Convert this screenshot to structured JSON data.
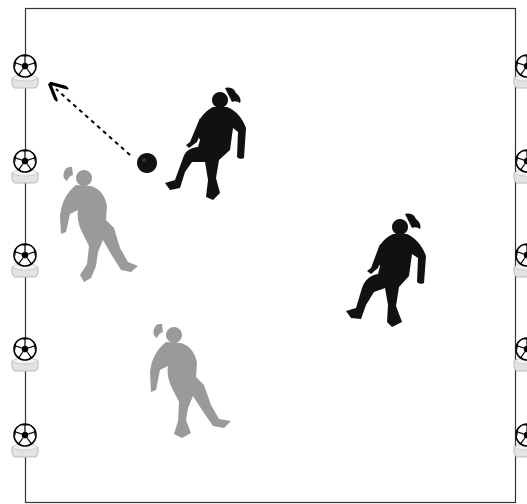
{
  "field": {
    "line_color": "#333333",
    "background": "#ffffff"
  },
  "cones": {
    "left_count": 5,
    "right_count": 5,
    "icon": "soccer-ball-on-cone-icon",
    "ball_color": "#000000",
    "cone_color": "#d9d9d9"
  },
  "players": [
    {
      "team": "dark",
      "color": "#111111",
      "pose": "kicking",
      "has_ball": true
    },
    {
      "team": "dark",
      "color": "#111111",
      "pose": "running"
    },
    {
      "team": "light",
      "color": "#9a9a9a",
      "pose": "running"
    },
    {
      "team": "light",
      "color": "#9a9a9a",
      "pose": "running"
    }
  ],
  "ball": {
    "icon": "soccer-ball-icon",
    "color": "#000000"
  },
  "pass": {
    "style": "dashed-arrow",
    "color": "#000000"
  }
}
